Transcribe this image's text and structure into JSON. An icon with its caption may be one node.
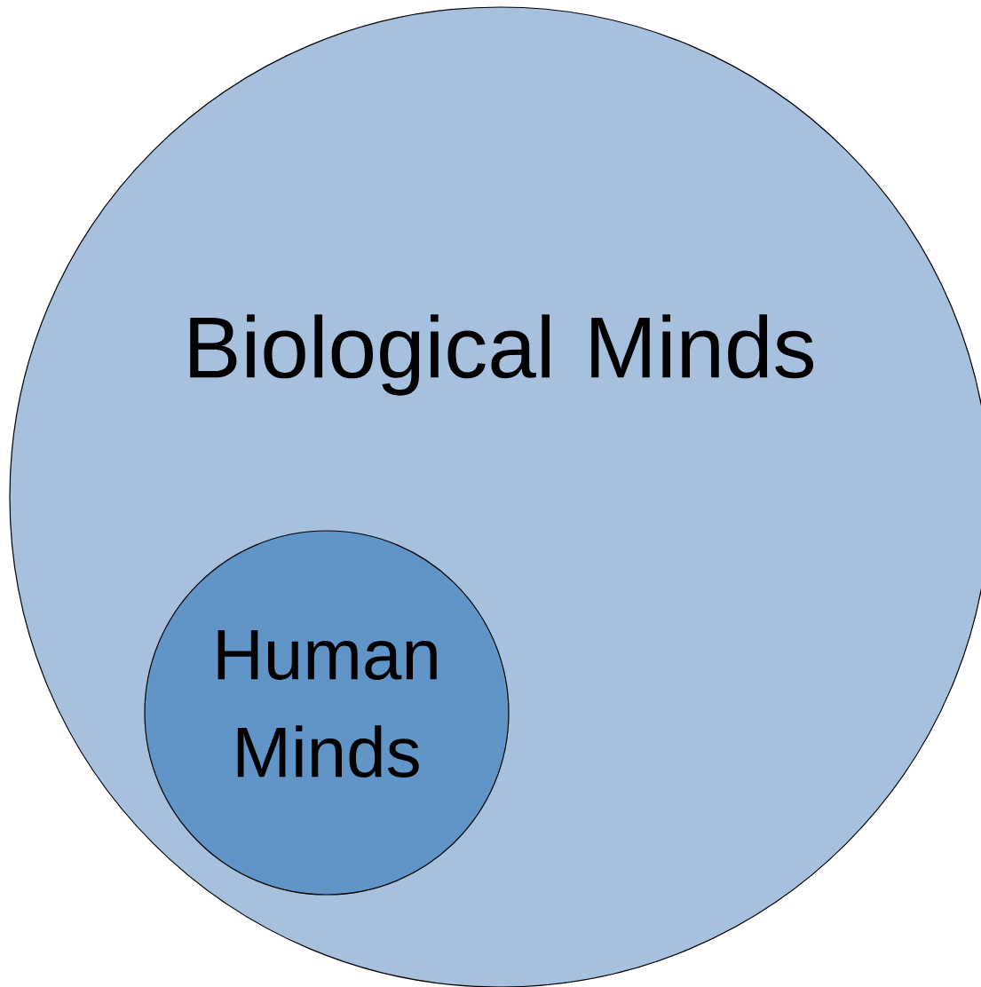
{
  "diagram": {
    "nodes": [
      {
        "text": [
          "Biological Minds"
        ]
      },
      {
        "text": [
          "Human Minds"
        ],
        "in": 0
      }
    ]
  }
}
